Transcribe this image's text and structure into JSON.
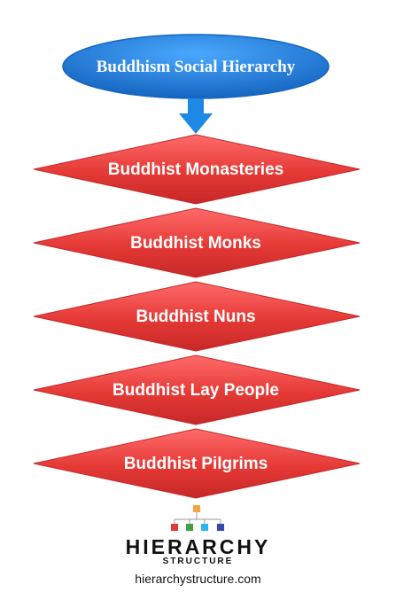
{
  "title": "Buddhism Social Hierarchy",
  "levels": [
    {
      "label": "Buddhist Monasteries"
    },
    {
      "label": "Buddhist Monks"
    },
    {
      "label": "Buddhist Nuns"
    },
    {
      "label": "Buddhist Lay People"
    },
    {
      "label": "Buddhist Pilgrims"
    }
  ],
  "logo": {
    "word_main": "HIERARCHY",
    "word_sub": "STRUCTURE",
    "icon": "org-chart-icon",
    "node_colors": [
      "#f7a341",
      "#e53935",
      "#43a047",
      "#29b6f6",
      "#3949ab"
    ]
  },
  "website": "hierarchystructure.com",
  "colors": {
    "title_fill": "#1e88e5",
    "title_stroke": "#1565c0",
    "arrow": "#1e88e5",
    "diamond_fill": "#e53935",
    "diamond_stroke": "#c62828"
  }
}
